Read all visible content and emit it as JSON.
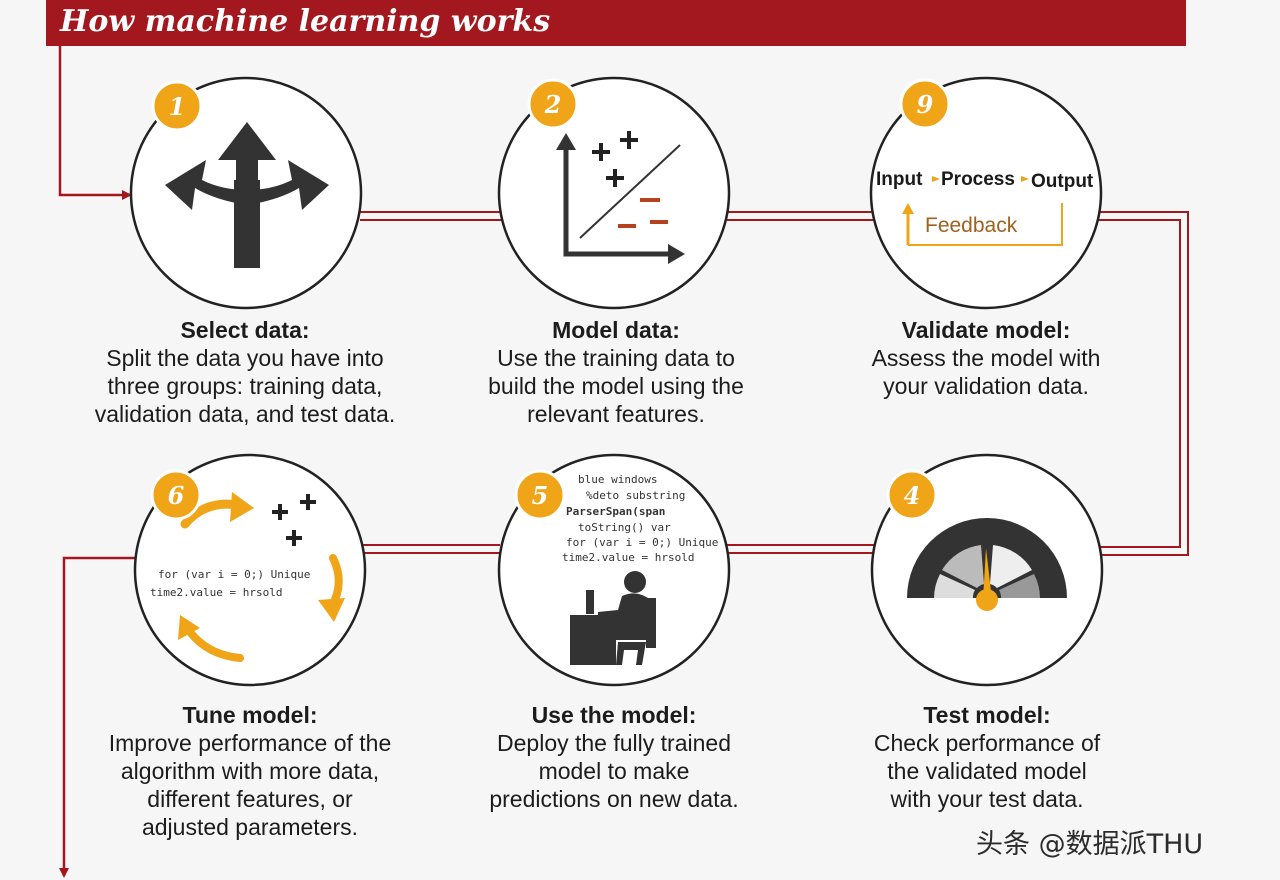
{
  "title": "How machine learning works",
  "watermark": "头条 @数据派THU",
  "colors": {
    "banner": "#a3171e",
    "connector": "#a3171e",
    "badge": "#f0a418",
    "icon_dark": "#333333",
    "circle_border": "#222222"
  },
  "steps": [
    {
      "number": "1",
      "title": "Select data:",
      "lines": [
        "Split the data you have into",
        "three groups: training data,",
        "validation data, and test data."
      ],
      "icon": "split-arrows-icon"
    },
    {
      "number": "2",
      "title": "Model data:",
      "lines": [
        "Use the training data to",
        "build the model using the",
        "relevant features."
      ],
      "icon": "classification-plot-icon"
    },
    {
      "number": "9",
      "title": "Validate model:",
      "lines": [
        "Assess the model with",
        "your validation data."
      ],
      "icon": "feedback-loop-icon",
      "diagram": {
        "input": "Input",
        "process": "Process",
        "output": "Output",
        "feedback": "Feedback"
      }
    },
    {
      "number": "4",
      "title": "Test model:",
      "lines": [
        "Check performance of",
        "the validated model",
        "with your test data."
      ],
      "icon": "gauge-icon"
    },
    {
      "number": "5",
      "title": "Use the model:",
      "lines": [
        "Deploy the fully trained",
        "model to make",
        "predictions on new data."
      ],
      "icon": "person-at-computer-icon",
      "code": [
        "blue windows",
        "%deto substring",
        "ParserSpan(span",
        "toString() var",
        "for (var i = 0;) Unique",
        "time2.value = hrsold"
      ]
    },
    {
      "number": "6",
      "title": "Tune model:",
      "lines": [
        "Improve performance of the",
        "algorithm with more data,",
        "different features, or",
        "adjusted parameters."
      ],
      "icon": "cycle-arrows-icon",
      "code": [
        "for (var i = 0;) Unique",
        "time2.value = hrsold"
      ]
    }
  ]
}
